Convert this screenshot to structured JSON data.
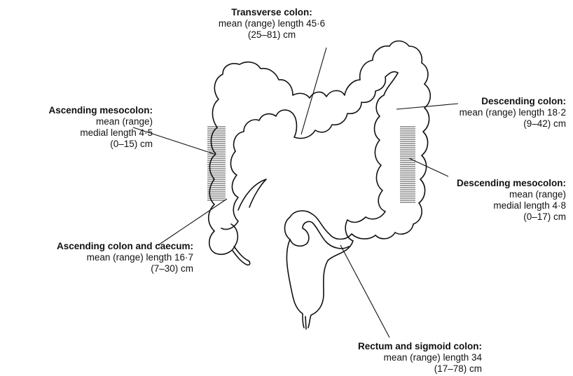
{
  "labels": {
    "transverse_colon": {
      "title": "Transverse colon:",
      "line2": "mean (range) length 45·6",
      "line3": "(25–81) cm"
    },
    "ascending_mesocolon": {
      "title": "Ascending mesocolon:",
      "line2": "mean (range)",
      "line3": "medial length 4·5",
      "line4": "(0–15) cm"
    },
    "descending_colon": {
      "title": "Descending colon:",
      "line2": "mean (range) length 18·2",
      "line3": "(9–42) cm"
    },
    "descending_mesocolon": {
      "title": "Descending mesocolon:",
      "line2": "mean (range)",
      "line3": "medial length 4·8",
      "line4": "(0–17) cm"
    },
    "ascending_colon_caecum": {
      "title": "Ascending colon and caecum:",
      "line2": "mean (range) length 16·7",
      "line3": "(7–30) cm"
    },
    "rectum_sigmoid": {
      "title": "Rectum and sigmoid colon:",
      "line2": "mean (range) length 34",
      "line3": "(17–78) cm"
    }
  }
}
